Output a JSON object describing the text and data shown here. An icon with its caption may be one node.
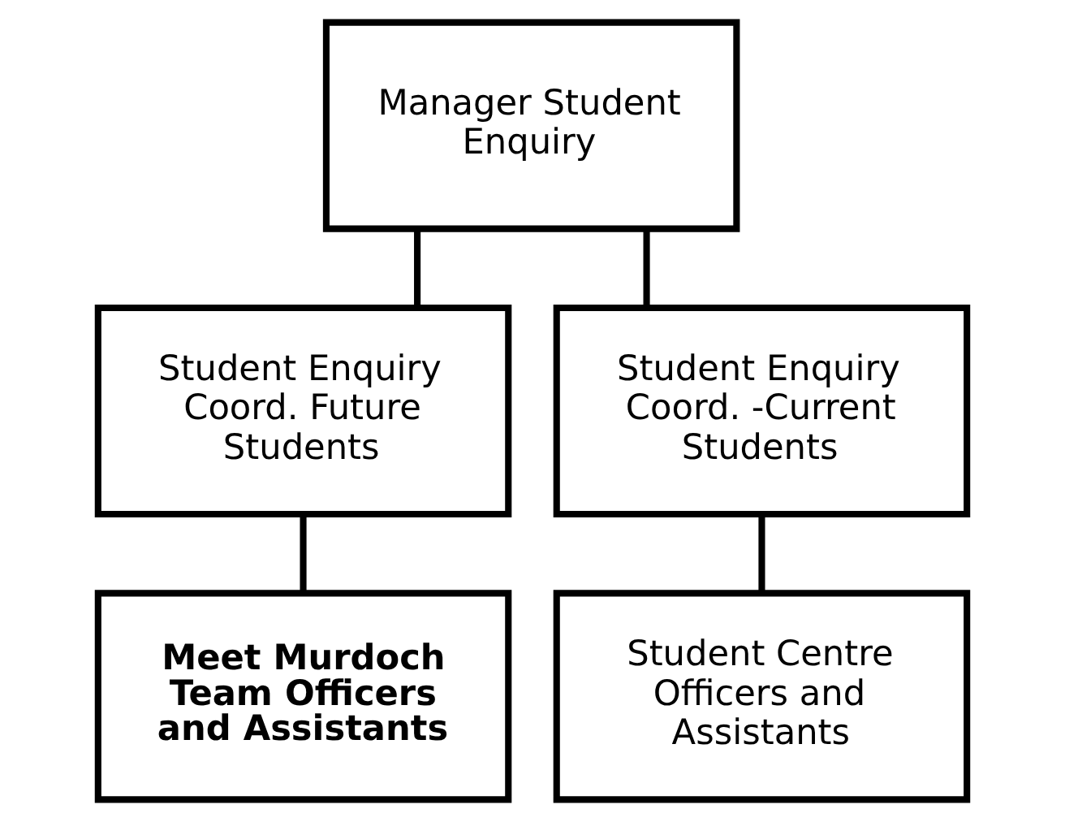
{
  "diagram": {
    "nodes": [
      {
        "text": [
          "Manager Student Enquiry"
        ]
      },
      {
        "text": [
          "Student Enquiry Coord. Future Students"
        ]
      },
      {
        "text": [
          "Student Enquiry Coord. -Current Students"
        ]
      },
      {
        "text": [
          "Meet Murdoch Team Officers and Assistants"
        ]
      },
      {
        "text": [
          "Student Centre Officers and Assistants"
        ]
      }
    ],
    "edges": [
      {
        "from": 0,
        "to": 1,
        "arrow": "none"
      },
      {
        "from": 0,
        "to": 2,
        "arrow": "none"
      },
      {
        "from": 1,
        "to": 3,
        "arrow": "none"
      },
      {
        "from": 2,
        "to": 4,
        "arrow": "none"
      }
    ]
  }
}
